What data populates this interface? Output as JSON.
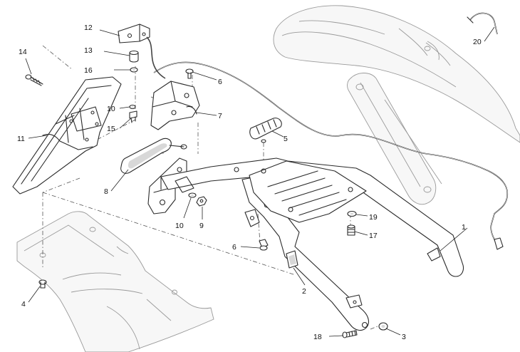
{
  "callouts": [
    {
      "id": "c1",
      "label": "1"
    },
    {
      "id": "c2",
      "label": "2"
    },
    {
      "id": "c3",
      "label": "3"
    },
    {
      "id": "c4",
      "label": "4"
    },
    {
      "id": "c5",
      "label": "5"
    },
    {
      "id": "c6a",
      "label": "6"
    },
    {
      "id": "c6b",
      "label": "6"
    },
    {
      "id": "c7",
      "label": "7"
    },
    {
      "id": "c8",
      "label": "8"
    },
    {
      "id": "c9",
      "label": "9"
    },
    {
      "id": "c10a",
      "label": "10"
    },
    {
      "id": "c10b",
      "label": "10"
    },
    {
      "id": "c11",
      "label": "11"
    },
    {
      "id": "c12",
      "label": "12"
    },
    {
      "id": "c13",
      "label": "13"
    },
    {
      "id": "c14",
      "label": "14"
    },
    {
      "id": "c15",
      "label": "15"
    },
    {
      "id": "c16",
      "label": "16"
    },
    {
      "id": "c17",
      "label": "17"
    },
    {
      "id": "c18",
      "label": "18"
    },
    {
      "id": "c19",
      "label": "19"
    },
    {
      "id": "c20",
      "label": "20"
    }
  ]
}
